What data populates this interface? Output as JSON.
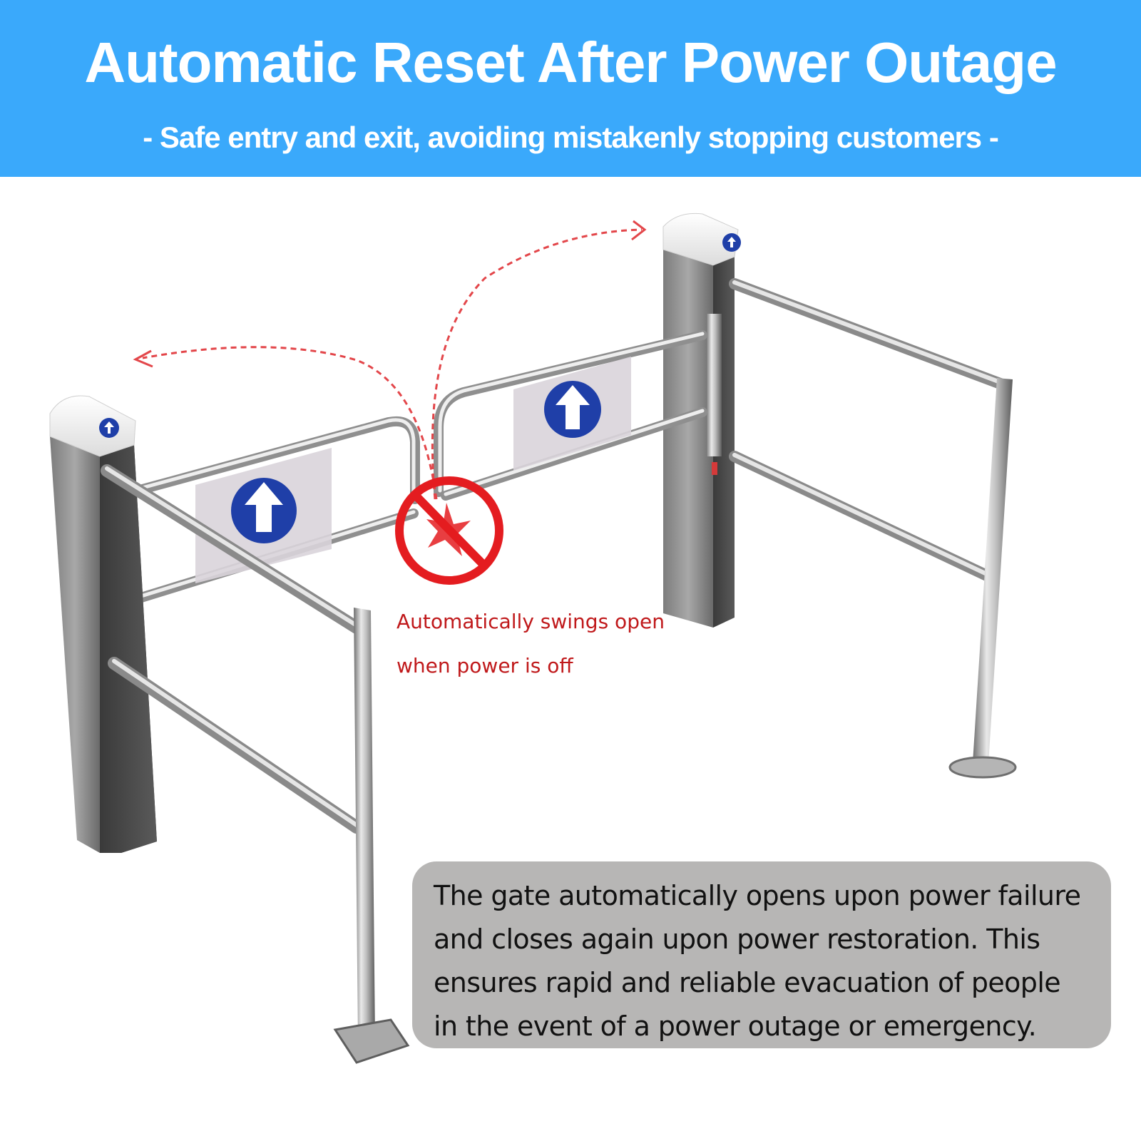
{
  "header": {
    "title": "Automatic Reset After Power Outage",
    "subtitle": "- Safe entry and exit, avoiding mistakenly stopping customers -"
  },
  "callout": {
    "line_1": "Automatically swings open",
    "line_2": "when power is off"
  },
  "description": {
    "lines": [
      "The gate automatically opens upon power failure",
      "and closes again upon power restoration. This",
      "ensures rapid and reliable evacuation of people",
      "in the event of a power outage or emergency."
    ]
  },
  "colors": {
    "banner": "#3aa9fb",
    "callout_red": "#c0191b",
    "description_box": "#b7b6b5",
    "sign_blue": "#1f3fa8"
  },
  "icons": [
    "up-arrow-sign-icon",
    "no-blocking-prohibition-icon",
    "swing-direction-arrow-icon"
  ]
}
